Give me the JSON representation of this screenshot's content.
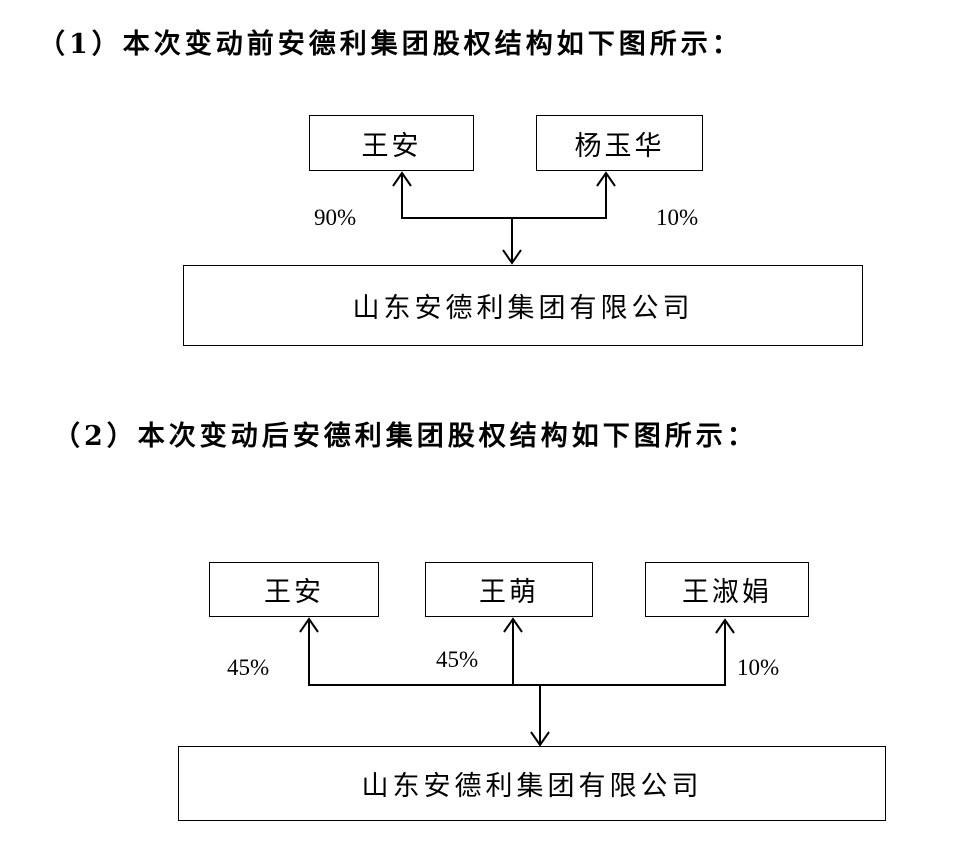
{
  "colors": {
    "line": "#000000",
    "background": "#ffffff"
  },
  "sections": [
    {
      "heading": "（1）本次变动前安德利集团股权结构如下图所示：",
      "shareholders": [
        {
          "name": "王安",
          "share": "90%"
        },
        {
          "name": "杨玉华",
          "share": "10%"
        }
      ],
      "company": "山东安德利集团有限公司"
    },
    {
      "heading": "（2）本次变动后安德利集团股权结构如下图所示：",
      "shareholders": [
        {
          "name": "王安",
          "share": "45%"
        },
        {
          "name": "王萌",
          "share": "45%"
        },
        {
          "name": "王淑娟",
          "share": "10%"
        }
      ],
      "company": "山东安德利集团有限公司"
    }
  ]
}
